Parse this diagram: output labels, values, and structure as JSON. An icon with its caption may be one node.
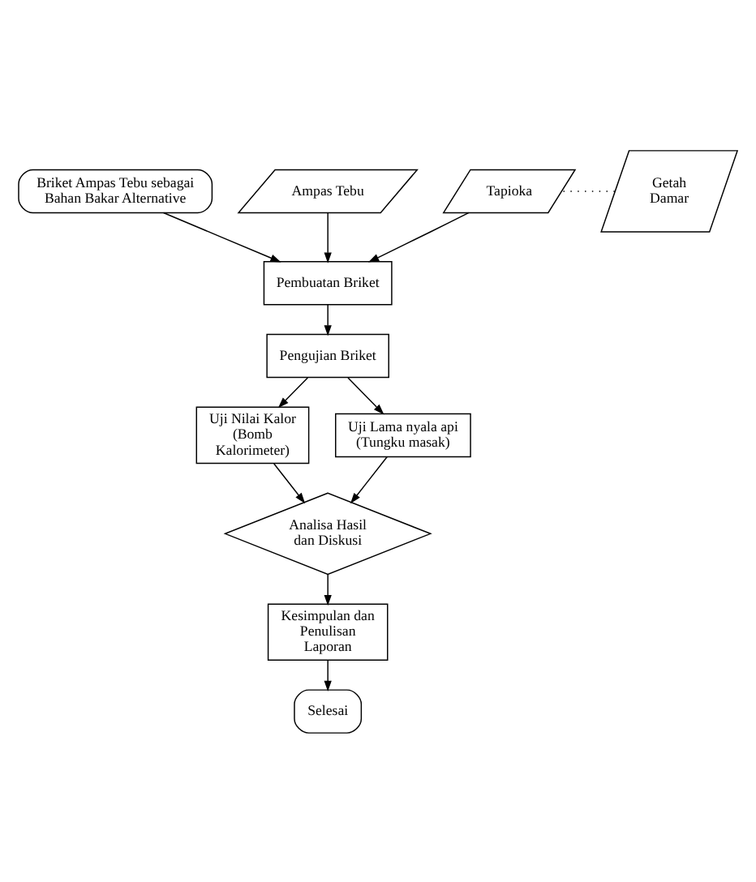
{
  "diagram": {
    "nodes": [
      {
        "text": [
          "Briket Ampas Tebu sebagai Bahan Bakar Alternative"
        ]
      },
      {
        "text": [
          "Ampas Tebu"
        ]
      },
      {
        "text": [
          "Tapioka"
        ]
      },
      {
        "text": [
          "Getah Damar"
        ]
      },
      {
        "text": [
          "Pembuatan Briket"
        ]
      },
      {
        "text": [
          "Pengujian Briket"
        ]
      },
      {
        "text": [
          "Uji Nilai Kalor (Bomb Kalorimeter)"
        ]
      },
      {
        "text": [
          "Uji Lama nyala api (Tungku masak)"
        ]
      },
      {
        "text": [
          "Analisa Hasil dan Diskusi"
        ]
      },
      {
        "text": [
          "Kesimpulan dan Penulisan Laporan"
        ]
      },
      {
        "text": [
          "Selesai"
        ]
      }
    ],
    "edges": [
      {
        "from": 0,
        "to": 4,
        "arrow": "to"
      },
      {
        "from": 1,
        "to": 4,
        "arrow": "to"
      },
      {
        "from": 2,
        "to": 4,
        "arrow": "to"
      },
      {
        "from": 3,
        "to": 2,
        "arrow": "none",
        "style": "dashed"
      },
      {
        "from": 4,
        "to": 5,
        "arrow": "to"
      },
      {
        "from": 5,
        "to": 6,
        "arrow": "to"
      },
      {
        "from": 5,
        "to": 7,
        "arrow": "to"
      },
      {
        "from": 6,
        "to": 8,
        "arrow": "to"
      },
      {
        "from": 7,
        "to": 8,
        "arrow": "to"
      },
      {
        "from": 8,
        "to": 9,
        "arrow": "to"
      },
      {
        "from": 9,
        "to": 10,
        "arrow": "to"
      }
    ]
  }
}
